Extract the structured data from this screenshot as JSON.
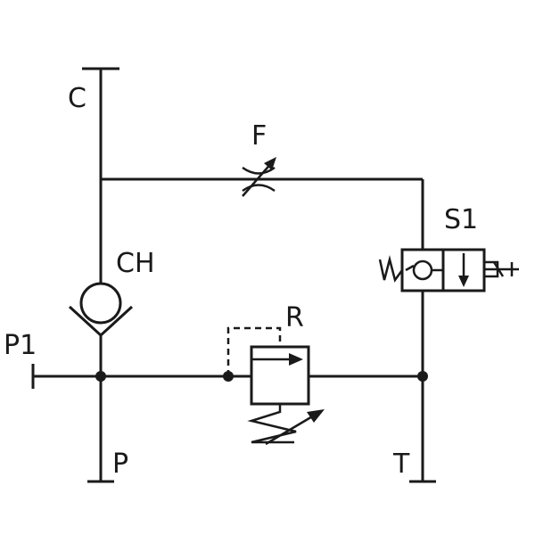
{
  "labels": {
    "c": "C",
    "f": "F",
    "s1": "S1",
    "ch": "CH",
    "r": "R",
    "p1": "P1",
    "p": "P",
    "t": "T"
  },
  "colors": {
    "line": "#1a1a1a",
    "background": "#ffffff"
  }
}
